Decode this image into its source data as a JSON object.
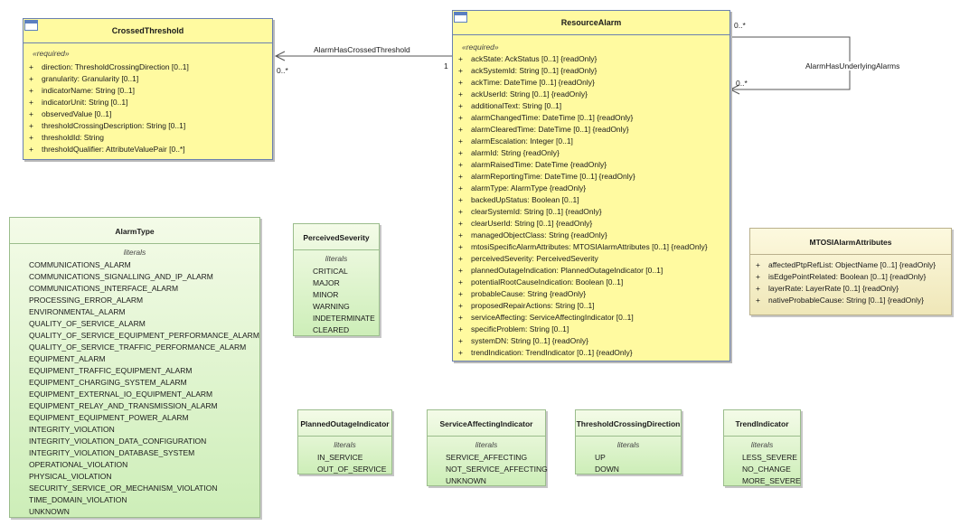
{
  "associations": {
    "crossed": {
      "name": "AlarmHasCrossedThreshold",
      "source_mult": "0..*",
      "target_mult": "1"
    },
    "underlying": {
      "name": "AlarmHasUnderlyingAlarms",
      "mult_top": "0..*",
      "mult_bottom": "0..*"
    }
  },
  "crossed_threshold": {
    "name": "CrossedThreshold",
    "stereotype": "«required»",
    "attributes": [
      "direction: ThresholdCrossingDirection [0..1]",
      "granularity: Granularity [0..1]",
      "indicatorName: String [0..1]",
      "indicatorUnit: String [0..1]",
      "observedValue [0..1]",
      "thresholdCrossingDescription: String [0..1]",
      "thresholdId: String",
      "thresholdQualifier: AttributeValuePair [0..*]"
    ]
  },
  "resource_alarm": {
    "name": "ResourceAlarm",
    "stereotype": "«required»",
    "attributes": [
      "ackState: AckStatus [0..1] {readOnly}",
      "ackSystemId: String [0..1] {readOnly}",
      "ackTime: DateTime [0..1] {readOnly}",
      "ackUserId: String [0..1] {readOnly}",
      "additionalText: String [0..1]",
      "alarmChangedTime: DateTime [0..1] {readOnly}",
      "alarmClearedTime: DateTime [0..1] {readOnly}",
      "alarmEscalation: Integer [0..1]",
      "alarmId: String {readOnly}",
      "alarmRaisedTime: DateTime {readOnly}",
      "alarmReportingTime: DateTime [0..1] {readOnly}",
      "alarmType: AlarmType {readOnly}",
      "backedUpStatus: Boolean [0..1]",
      "clearSystemId: String [0..1] {readOnly}",
      "clearUserId: String [0..1] {readOnly}",
      "managedObjectClass: String {readOnly}",
      "mtosiSpecificAlarmAttributes: MTOSIAlarmAttributes [0..1] {readOnly}",
      "perceivedSeverity: PerceivedSeverity",
      "plannedOutageIndication: PlannedOutageIndicator [0..1]",
      "potentialRootCauseIndication: Boolean [0..1]",
      "probableCause: String {readOnly}",
      "proposedRepairActions: String [0..1]",
      "serviceAffecting: ServiceAffectingIndicator [0..1]",
      "specificProblem: String [0..1]",
      "systemDN: String [0..1] {readOnly}",
      "trendIndication: TrendIndicator [0..1] {readOnly}"
    ]
  },
  "alarm_type": {
    "name": "AlarmType",
    "literals_label": "literals",
    "literals": [
      "COMMUNICATIONS_ALARM",
      "COMMUNICATIONS_SIGNALLING_AND_IP_ALARM",
      "COMMUNICATIONS_INTERFACE_ALARM",
      "PROCESSING_ERROR_ALARM",
      "ENVIRONMENTAL_ALARM",
      "QUALITY_OF_SERVICE_ALARM",
      "QUALITY_OF_SERVICE_EQUIPMENT_PERFORMANCE_ALARM",
      "QUALITY_OF_SERVICE_TRAFFIC_PERFORMANCE_ALARM",
      "EQUIPMENT_ALARM",
      "EQUIPMENT_TRAFFIC_EQUIPMENT_ALARM",
      "EQUIPMENT_CHARGING_SYSTEM_ALARM",
      "EQUIPMENT_EXTERNAL_IO_EQUIPMENT_ALARM",
      "EQUIPMENT_RELAY_AND_TRANSMISSION_ALARM",
      "EQUIPMENT_EQUIPMENT_POWER_ALARM",
      "INTEGRITY_VIOLATION",
      "INTEGRITY_VIOLATION_DATA_CONFIGURATION",
      "INTEGRITY_VIOLATION_DATABASE_SYSTEM",
      "OPERATIONAL_VIOLATION",
      "PHYSICAL_VIOLATION",
      "SECURITY_SERVICE_OR_MECHANISM_VIOLATION",
      "TIME_DOMAIN_VIOLATION",
      "UNKNOWN"
    ]
  },
  "perceived_severity": {
    "name": "PerceivedSeverity",
    "literals_label": "literals",
    "literals": [
      "CRITICAL",
      "MAJOR",
      "MINOR",
      "WARNING",
      "INDETERMINATE",
      "CLEARED"
    ]
  },
  "mtosi_alarm_attributes": {
    "name": "MTOSIAlarmAttributes",
    "attributes": [
      "affectedPtpRefList: ObjectName [0..1] {readOnly}",
      "isEdgePointRelated: Boolean [0..1] {readOnly}",
      "layerRate: LayerRate [0..1] {readOnly}",
      "nativeProbableCause: String [0..1] {readOnly}"
    ]
  },
  "planned_outage_indicator": {
    "name": "PlannedOutageIndicator",
    "literals_label": "literals",
    "literals": [
      "IN_SERVICE",
      "OUT_OF_SERVICE"
    ]
  },
  "service_affecting_indicator": {
    "name": "ServiceAffectingIndicator",
    "literals_label": "literals",
    "literals": [
      "SERVICE_AFFECTING",
      "NOT_SERVICE_AFFECTING",
      "UNKNOWN"
    ]
  },
  "threshold_crossing_direction": {
    "name": "ThresholdCrossingDirection",
    "literals_label": "literals",
    "literals": [
      "UP",
      "DOWN"
    ]
  },
  "trend_indicator": {
    "name": "TrendIndicator",
    "literals_label": "literals",
    "literals": [
      "LESS_SEVERE",
      "NO_CHANGE",
      "MORE_SEVERE"
    ]
  },
  "visibility_symbol": "+",
  "colors": {
    "class_fill": "#fffaa0",
    "class_border": "#6a80b0",
    "enum_fill": "#cdeeb8",
    "datatype_fill": "#efe7b8"
  }
}
